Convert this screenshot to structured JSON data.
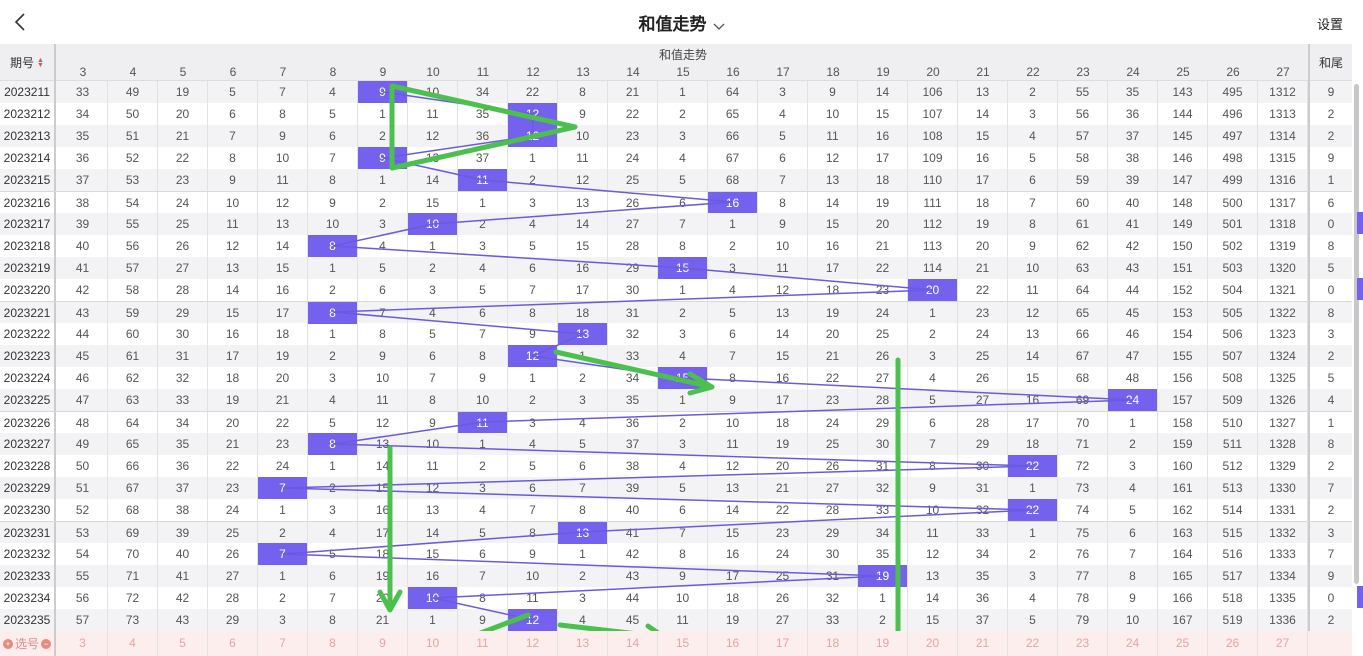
{
  "header": {
    "title": "和值走势",
    "settings": "设置",
    "back_icon": "chevron-left-icon",
    "dropdown_icon": "chevron-down-icon"
  },
  "table": {
    "issue_header": "期号",
    "group_header": "和值走势",
    "tail_header": "和尾",
    "columns": [
      "3",
      "4",
      "5",
      "6",
      "7",
      "8",
      "9",
      "10",
      "11",
      "12",
      "13",
      "14",
      "15",
      "16",
      "17",
      "18",
      "19",
      "20",
      "21",
      "22",
      "23",
      "24",
      "25",
      "26",
      "27"
    ],
    "rows": [
      {
        "issue": "2023211",
        "sum": 9,
        "tail": "9",
        "values": [
          33,
          49,
          19,
          5,
          7,
          4,
          9,
          10,
          34,
          22,
          8,
          21,
          1,
          64,
          3,
          9,
          14,
          106,
          13,
          2,
          55,
          35,
          143,
          495,
          1312
        ]
      },
      {
        "issue": "2023212",
        "sum": 12,
        "tail": "2",
        "values": [
          34,
          50,
          20,
          6,
          8,
          5,
          1,
          11,
          35,
          12,
          9,
          22,
          2,
          65,
          4,
          10,
          15,
          107,
          14,
          3,
          56,
          36,
          144,
          496,
          1313
        ]
      },
      {
        "issue": "2023213",
        "sum": 12,
        "tail": "2",
        "values": [
          35,
          51,
          21,
          7,
          9,
          6,
          2,
          12,
          36,
          12,
          10,
          23,
          3,
          66,
          5,
          11,
          16,
          108,
          15,
          4,
          57,
          37,
          145,
          497,
          1314
        ]
      },
      {
        "issue": "2023214",
        "sum": 9,
        "tail": "9",
        "values": [
          36,
          52,
          22,
          8,
          10,
          7,
          9,
          13,
          37,
          1,
          11,
          24,
          4,
          67,
          6,
          12,
          17,
          109,
          16,
          5,
          58,
          38,
          146,
          498,
          1315
        ]
      },
      {
        "issue": "2023215",
        "sum": 11,
        "tail": "1",
        "values": [
          37,
          53,
          23,
          9,
          11,
          8,
          1,
          14,
          11,
          2,
          12,
          25,
          5,
          68,
          7,
          13,
          18,
          110,
          17,
          6,
          59,
          39,
          147,
          499,
          1316
        ]
      },
      {
        "issue": "2023216",
        "sum": 16,
        "tail": "6",
        "values": [
          38,
          54,
          24,
          10,
          12,
          9,
          2,
          15,
          1,
          3,
          13,
          26,
          6,
          16,
          8,
          14,
          19,
          111,
          18,
          7,
          60,
          40,
          148,
          500,
          1317
        ]
      },
      {
        "issue": "2023217",
        "sum": 10,
        "tail": "0",
        "values": [
          39,
          55,
          25,
          11,
          13,
          10,
          3,
          10,
          2,
          4,
          14,
          27,
          7,
          1,
          9,
          15,
          20,
          112,
          19,
          8,
          61,
          41,
          149,
          501,
          1318
        ]
      },
      {
        "issue": "2023218",
        "sum": 8,
        "tail": "8",
        "values": [
          40,
          56,
          26,
          12,
          14,
          8,
          4,
          1,
          3,
          5,
          15,
          28,
          8,
          2,
          10,
          16,
          21,
          113,
          20,
          9,
          62,
          42,
          150,
          502,
          1319
        ]
      },
      {
        "issue": "2023219",
        "sum": 15,
        "tail": "5",
        "values": [
          41,
          57,
          27,
          13,
          15,
          1,
          5,
          2,
          4,
          6,
          16,
          29,
          15,
          3,
          11,
          17,
          22,
          114,
          21,
          10,
          63,
          43,
          151,
          503,
          1320
        ]
      },
      {
        "issue": "2023220",
        "sum": 20,
        "tail": "0",
        "values": [
          42,
          58,
          28,
          14,
          16,
          2,
          6,
          3,
          5,
          7,
          17,
          30,
          1,
          4,
          12,
          18,
          23,
          20,
          22,
          11,
          64,
          44,
          152,
          504,
          1321
        ]
      },
      {
        "issue": "2023221",
        "sum": 8,
        "tail": "8",
        "values": [
          43,
          59,
          29,
          15,
          17,
          8,
          7,
          4,
          6,
          8,
          18,
          31,
          2,
          5,
          13,
          19,
          24,
          1,
          23,
          12,
          65,
          45,
          153,
          505,
          1322
        ]
      },
      {
        "issue": "2023222",
        "sum": 13,
        "tail": "3",
        "values": [
          44,
          60,
          30,
          16,
          18,
          1,
          8,
          5,
          7,
          9,
          13,
          32,
          3,
          6,
          14,
          20,
          25,
          2,
          24,
          13,
          66,
          46,
          154,
          506,
          1323
        ]
      },
      {
        "issue": "2023223",
        "sum": 12,
        "tail": "2",
        "values": [
          45,
          61,
          31,
          17,
          19,
          2,
          9,
          6,
          8,
          12,
          1,
          33,
          4,
          7,
          15,
          21,
          26,
          3,
          25,
          14,
          67,
          47,
          155,
          507,
          1324
        ]
      },
      {
        "issue": "2023224",
        "sum": 15,
        "tail": "5",
        "values": [
          46,
          62,
          32,
          18,
          20,
          3,
          10,
          7,
          9,
          1,
          2,
          34,
          15,
          8,
          16,
          22,
          27,
          4,
          26,
          15,
          68,
          48,
          156,
          508,
          1325
        ]
      },
      {
        "issue": "2023225",
        "sum": 24,
        "tail": "4",
        "values": [
          47,
          63,
          33,
          19,
          21,
          4,
          11,
          8,
          10,
          2,
          3,
          35,
          1,
          9,
          17,
          23,
          28,
          5,
          27,
          16,
          69,
          24,
          157,
          509,
          1326
        ]
      },
      {
        "issue": "2023226",
        "sum": 11,
        "tail": "1",
        "values": [
          48,
          64,
          34,
          20,
          22,
          5,
          12,
          9,
          11,
          3,
          4,
          36,
          2,
          10,
          18,
          24,
          29,
          6,
          28,
          17,
          70,
          1,
          158,
          510,
          1327
        ]
      },
      {
        "issue": "2023227",
        "sum": 8,
        "tail": "8",
        "values": [
          49,
          65,
          35,
          21,
          23,
          8,
          13,
          10,
          1,
          4,
          5,
          37,
          3,
          11,
          19,
          25,
          30,
          7,
          29,
          18,
          71,
          2,
          159,
          511,
          1328
        ]
      },
      {
        "issue": "2023228",
        "sum": 22,
        "tail": "2",
        "values": [
          50,
          66,
          36,
          22,
          24,
          1,
          14,
          11,
          2,
          5,
          6,
          38,
          4,
          12,
          20,
          26,
          31,
          8,
          30,
          22,
          72,
          3,
          160,
          512,
          1329
        ]
      },
      {
        "issue": "2023229",
        "sum": 7,
        "tail": "7",
        "values": [
          51,
          67,
          37,
          23,
          7,
          2,
          15,
          12,
          3,
          6,
          7,
          39,
          5,
          13,
          21,
          27,
          32,
          9,
          31,
          1,
          73,
          4,
          161,
          513,
          1330
        ]
      },
      {
        "issue": "2023230",
        "sum": 22,
        "tail": "2",
        "values": [
          52,
          68,
          38,
          24,
          1,
          3,
          16,
          13,
          4,
          7,
          8,
          40,
          6,
          14,
          22,
          28,
          33,
          10,
          32,
          22,
          74,
          5,
          162,
          514,
          1331
        ]
      },
      {
        "issue": "2023231",
        "sum": 13,
        "tail": "3",
        "values": [
          53,
          69,
          39,
          25,
          2,
          4,
          17,
          14,
          5,
          8,
          13,
          41,
          7,
          15,
          23,
          29,
          34,
          11,
          33,
          1,
          75,
          6,
          163,
          515,
          1332
        ]
      },
      {
        "issue": "2023232",
        "sum": 7,
        "tail": "7",
        "values": [
          54,
          70,
          40,
          26,
          7,
          5,
          18,
          15,
          6,
          9,
          1,
          42,
          8,
          16,
          24,
          30,
          35,
          12,
          34,
          2,
          76,
          7,
          164,
          516,
          1333
        ]
      },
      {
        "issue": "2023233",
        "sum": 19,
        "tail": "9",
        "values": [
          55,
          71,
          41,
          27,
          1,
          6,
          19,
          16,
          7,
          10,
          2,
          43,
          9,
          17,
          25,
          31,
          19,
          13,
          35,
          3,
          77,
          8,
          165,
          517,
          1334
        ]
      },
      {
        "issue": "2023234",
        "sum": 10,
        "tail": "0",
        "values": [
          56,
          72,
          42,
          28,
          2,
          7,
          20,
          10,
          8,
          11,
          3,
          44,
          10,
          18,
          26,
          32,
          1,
          14,
          36,
          4,
          78,
          9,
          166,
          518,
          1335
        ]
      },
      {
        "issue": "2023235",
        "sum": 12,
        "tail": "2",
        "values": [
          57,
          73,
          43,
          29,
          3,
          8,
          21,
          1,
          9,
          12,
          4,
          45,
          11,
          19,
          27,
          33,
          2,
          15,
          37,
          5,
          79,
          10,
          167,
          519,
          1336
        ]
      }
    ]
  },
  "footer": {
    "pick_label": "选号",
    "plus": "+",
    "minus": "−",
    "numbers": [
      "3",
      "4",
      "5",
      "6",
      "7",
      "8",
      "9",
      "10",
      "11",
      "12",
      "13",
      "14",
      "15",
      "16",
      "17",
      "18",
      "19",
      "20",
      "21",
      "22",
      "23",
      "24",
      "25",
      "26",
      "27"
    ]
  },
  "colors": {
    "hit": "#7462ee",
    "trend_line": "#6a5ae0",
    "annotation": "#4cc04c"
  }
}
